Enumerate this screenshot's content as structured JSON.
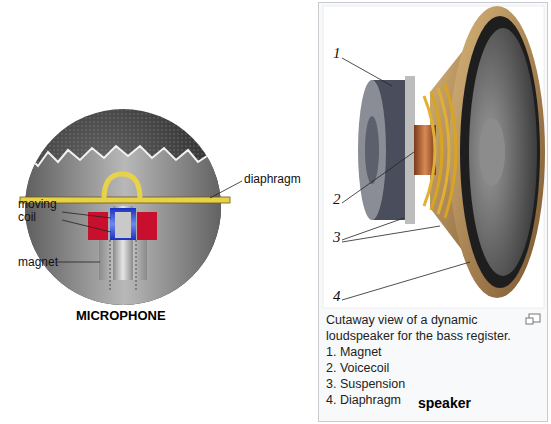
{
  "diagram": {
    "nodes": [
      {
        "text": [
          "Cutaway view of a dynamic loudspeaker for the bass register.",
          "1. Magnet",
          "2. Voicecoil",
          "3. Suspension",
          "4. Diaphragm"
        ]
      }
    ],
    "labels": [
      "moving coil",
      "diaphragm",
      "magnet",
      "MICROPHONE",
      "1",
      "2",
      "3",
      "4",
      "speaker"
    ]
  }
}
